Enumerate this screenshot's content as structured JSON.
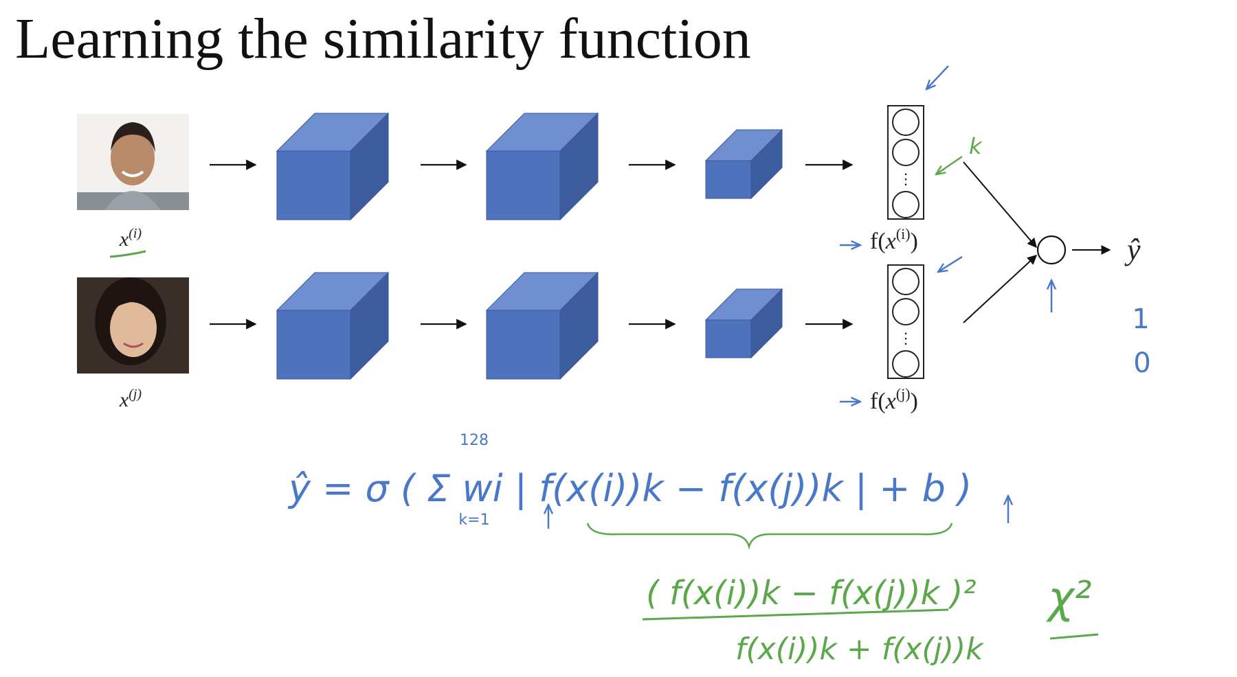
{
  "title": "Learning the similarity function",
  "inputs": {
    "top_label": "x(i)",
    "bottom_label": "x(j)"
  },
  "embeddings": {
    "top_label": "f(x(i))",
    "bottom_label": "f(x(j))"
  },
  "output": {
    "label": "ŷ",
    "values": [
      "1",
      "0"
    ]
  },
  "annotations": {
    "k": "k",
    "formula": "ŷ = σ ( Σ wi | f(x(i))k − f(x(j))k | + b )",
    "sum_upper": "128",
    "sum_lower": "k=1",
    "chi_numerator": "( f(x(i))k − f(x(j))k )²",
    "chi_denominator": "f(x(i))k + f(x(j))k",
    "chi_symbol": "χ²"
  },
  "colors": {
    "cube_front": "#4f72bc",
    "cube_top": "#6f8fd0",
    "cube_side": "#3d5c9e",
    "ink_blue": "#4a78c8",
    "ink_green": "#5ba84a"
  }
}
